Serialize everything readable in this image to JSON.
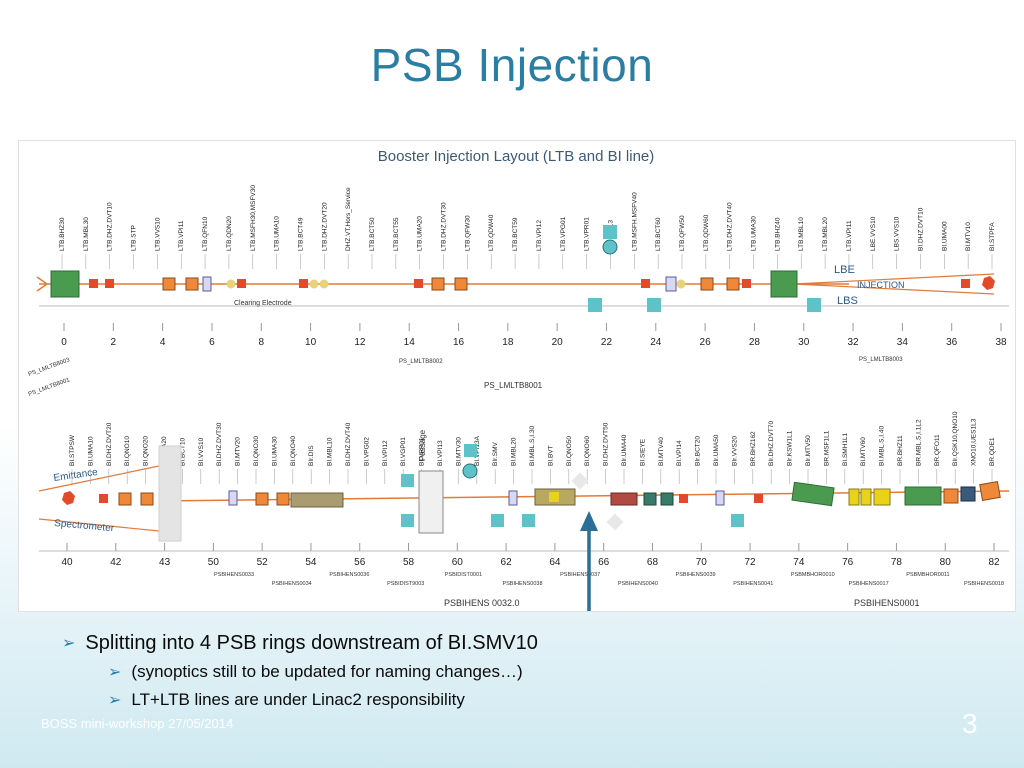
{
  "slide_title": "PSB Injection",
  "diagram": {
    "title": "Booster Injection Layout (LTB and BI line)",
    "top_axis_ticks": [
      "0",
      "2",
      "4",
      "6",
      "8",
      "10",
      "12",
      "14",
      "16",
      "18",
      "20",
      "22",
      "24",
      "26",
      "28",
      "30",
      "32",
      "34",
      "36",
      "38"
    ],
    "bottom_axis_ticks": [
      "40",
      "42",
      "43",
      "50",
      "52",
      "54",
      "56",
      "58",
      "60",
      "62",
      "64",
      "66",
      "68",
      "70",
      "72",
      "74",
      "76",
      "78",
      "80",
      "82"
    ],
    "top_labels": [
      "LTB.BHZ30",
      "LTB.MBL30",
      "LTB.DHZ.DVT10",
      "LTB.STP",
      "LTB.VVS10",
      "LTB.VPI11",
      "LTB.QFN10",
      "LTB.QDN20",
      "LTB.MSFH30,MSFV30",
      "LTB.UMA10",
      "LTB.BCT49",
      "LTB.DHZ.DVT20",
      "DHZ.VT.Hors_Service",
      "LTB.BCT50",
      "LTB.BCT55",
      "LTB.UMA20",
      "LTB.DHZ.DVT30",
      "LTB.QFW30",
      "LTB.QDW40",
      "LTB.BCT59",
      "LTB.VPI12",
      "LTB.VPG01",
      "LTB.VPR01",
      "LTB.VPI13",
      "LTB.MSFH.MSFV40",
      "LTB.BCT60",
      "LTB.QFW50",
      "LTB.QDW60",
      "LTB.DHZ.DVT40",
      "LTB.UMA30",
      "LTB.BHZ40",
      "LTB.MBL10",
      "LTB.MBL20",
      "LTB.VPI11",
      "LBE.VVS10",
      "LBS.VVS10",
      "BI.DHZ.DVT10",
      "BI.UMA00",
      "BI.MTV10",
      "BI.STPFA"
    ],
    "bottom_labels": [
      "BI.STPSW",
      "BI.UMA10",
      "BI.DHZ.DVT20",
      "BI.QNO10",
      "BI.QNO20",
      "BI.UMA20",
      "BI.BCT10",
      "BI.VVS10",
      "BI.DHZ.DVT30",
      "BI.MTV20",
      "BI.QNO30",
      "BI.UMA30",
      "BI.QNO40",
      "BIr.DIS",
      "BI.MBL10",
      "BI.DHZ.DVT40",
      "BI.VPG02",
      "BI.VPI12",
      "BI.VGP01",
      "BI.VRP01",
      "BI.VPI13",
      "BI.MTV30",
      "BI.VPI13A",
      "BIr.SMV",
      "BI.MBL20",
      "BI.MBL.S,I.30",
      "BI.BVT",
      "BI.QNO50",
      "BI.QNO60",
      "BI.DHZ.DVT50",
      "BIr.UMA40",
      "BI.SIEYE",
      "BI.MTV40",
      "BI.VPI14",
      "BIr.BCT20",
      "BIr.UMA50",
      "BIr.VVS20",
      "BR.BHZ162",
      "BIr.DHZ.DVT70",
      "BIr.KSW1L1",
      "BIr.MTV50",
      "BR.MSF1L1",
      "BI.SMH1L1",
      "BI.MTV60",
      "BI.MBL.S,I.40",
      "BR.BHZ11",
      "BR.MBL.S,I.1L2",
      "BR.QFO11",
      "BIr.QSK10,QNO10",
      "XNO10,UES1L3",
      "BR.QDE1"
    ],
    "passage_label": "Passage",
    "clearing_electrode": "Clearing Electrode",
    "lbe_label": "LBE",
    "injection_label": "INJECTION",
    "lbs_label": "LBS",
    "emittance_label": "Emittance",
    "spectrometer_label": "Spectrometer",
    "side_labels": [
      "PS_LMLTB8003",
      "PS_LMLTB8001"
    ],
    "top_section_labels": [
      "PS_LMLTB8002",
      "PS_LMLTB8003"
    ],
    "mid_label": "PS_LMLTB8001",
    "bottom_section_labels": [
      "PSBIHENS0033",
      "PSBIHENS0034",
      "PSBIHENS0036",
      "PSBIDIST9003",
      "PSBIDIST0001",
      "PSBIHENS0038",
      "PSBIHENS0037",
      "PSBIHENS0040",
      "PSBIHENS0039",
      "PSBIHENS0041",
      "PSBMBHOR0010",
      "PSBIHENS0017",
      "PSBMBHOR0011",
      "PSBIHENS0018"
    ],
    "bottom_big_labels": [
      "PSBIHENS 0032.0",
      "PSBIHENS0001"
    ]
  },
  "bullets": {
    "main": "Splitting into 4 PSB rings downstream of BI.SMV10",
    "sub": [
      "(synoptics still to be updated for naming changes…)",
      "LT+LTB lines are under Linac2 responsibility"
    ]
  },
  "footer": "BOSS mini-workshop 27/05/2014",
  "page_number": "3",
  "colors": {
    "title": "#2a7ea3",
    "beam": "#e07b39",
    "bullet_arrow": "#2a7ea3",
    "pointer_arrow": "#2a6f96"
  }
}
